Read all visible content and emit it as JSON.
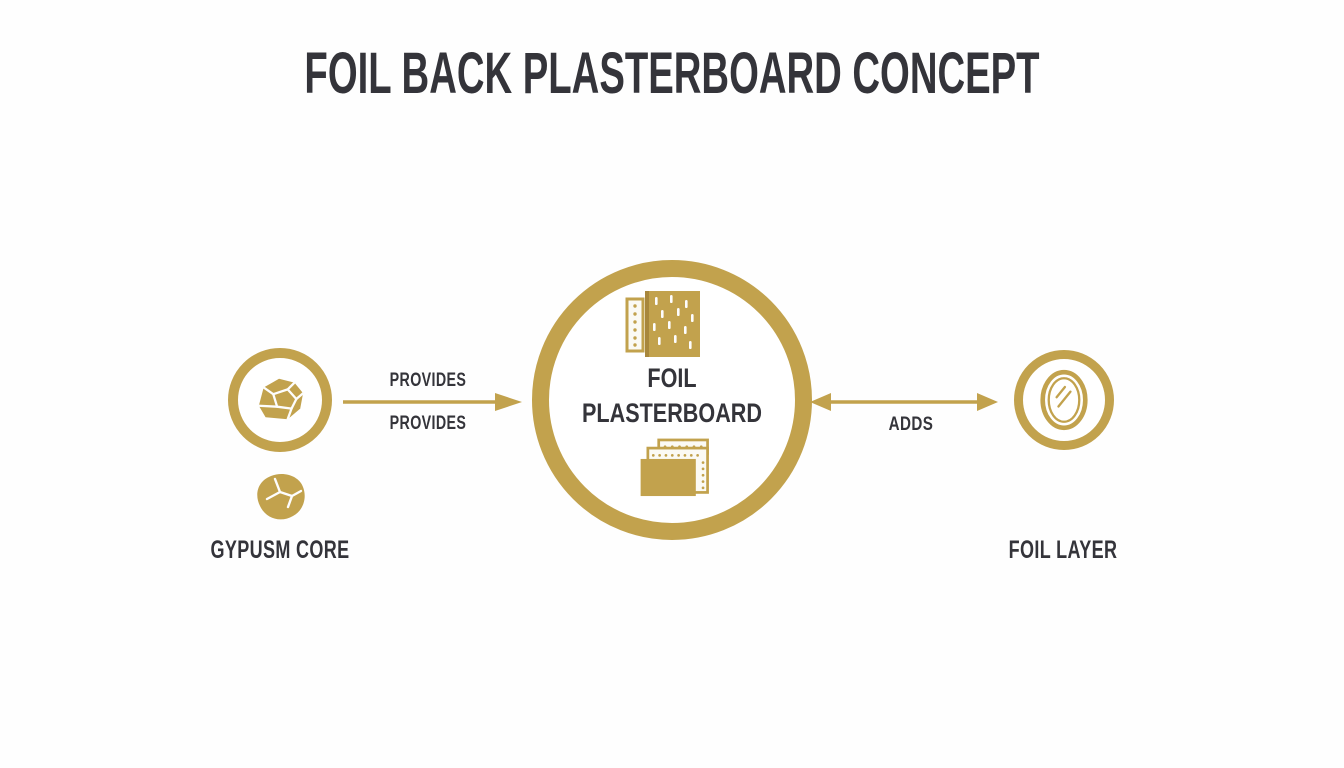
{
  "title": "FOIL BACK PLASTERBOARD CONCEPT",
  "colors": {
    "gold": "#C2A24D",
    "gold_dark": "#A8873C",
    "text": "#34343A",
    "background": "#FEFEFE"
  },
  "center_node": {
    "line1": "FOIL",
    "line2": "PLASTERBOARD",
    "top_icon": "plasterboard-sheet",
    "bottom_icon": "stacked-boards"
  },
  "left_branch": {
    "node_icon": "gypsum-rock",
    "arrow_direction": "right",
    "arrow_label_top": "PROVIDES",
    "arrow_label_bottom": "PROVIDES",
    "item_icon": "gypsum-stone",
    "caption": "GYPUSM CORE"
  },
  "right_branch": {
    "node_icon": "foil-mirror-oval",
    "arrow_direction": "both",
    "arrow_label": "ADDS",
    "caption": "FOIL LAYER"
  }
}
